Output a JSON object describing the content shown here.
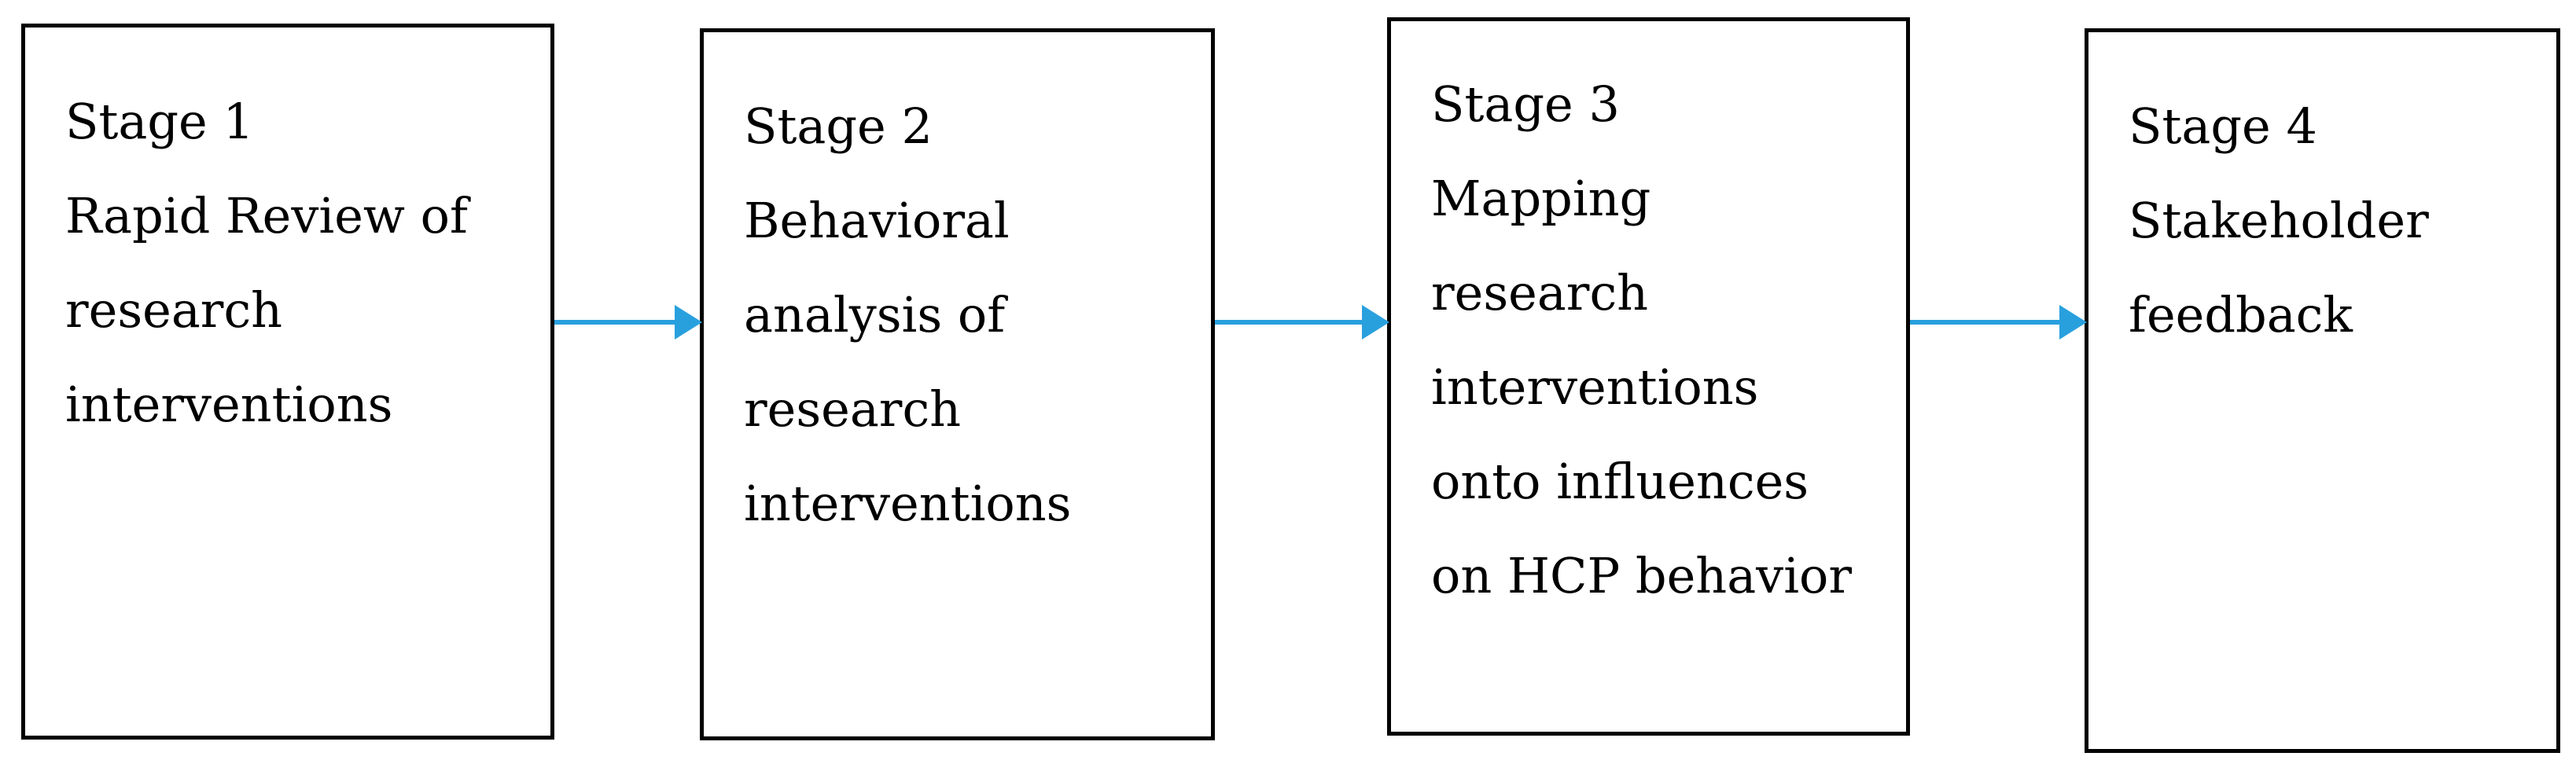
{
  "stages": [
    {
      "label": "Stage 1",
      "lines": [
        "Rapid Review of",
        "research",
        "interventions"
      ]
    },
    {
      "label": "Stage 2",
      "lines": [
        "Behavioral",
        "analysis of",
        "research",
        "interventions"
      ]
    },
    {
      "label": "Stage 3",
      "lines": [
        "Mapping",
        "research",
        "interventions",
        "onto influences",
        "on HCP behavior"
      ]
    },
    {
      "label": "Stage 4",
      "lines": [
        "Stakeholder",
        "feedback"
      ]
    }
  ],
  "colors": {
    "arrow": "#29a0de",
    "border": "#000000"
  }
}
